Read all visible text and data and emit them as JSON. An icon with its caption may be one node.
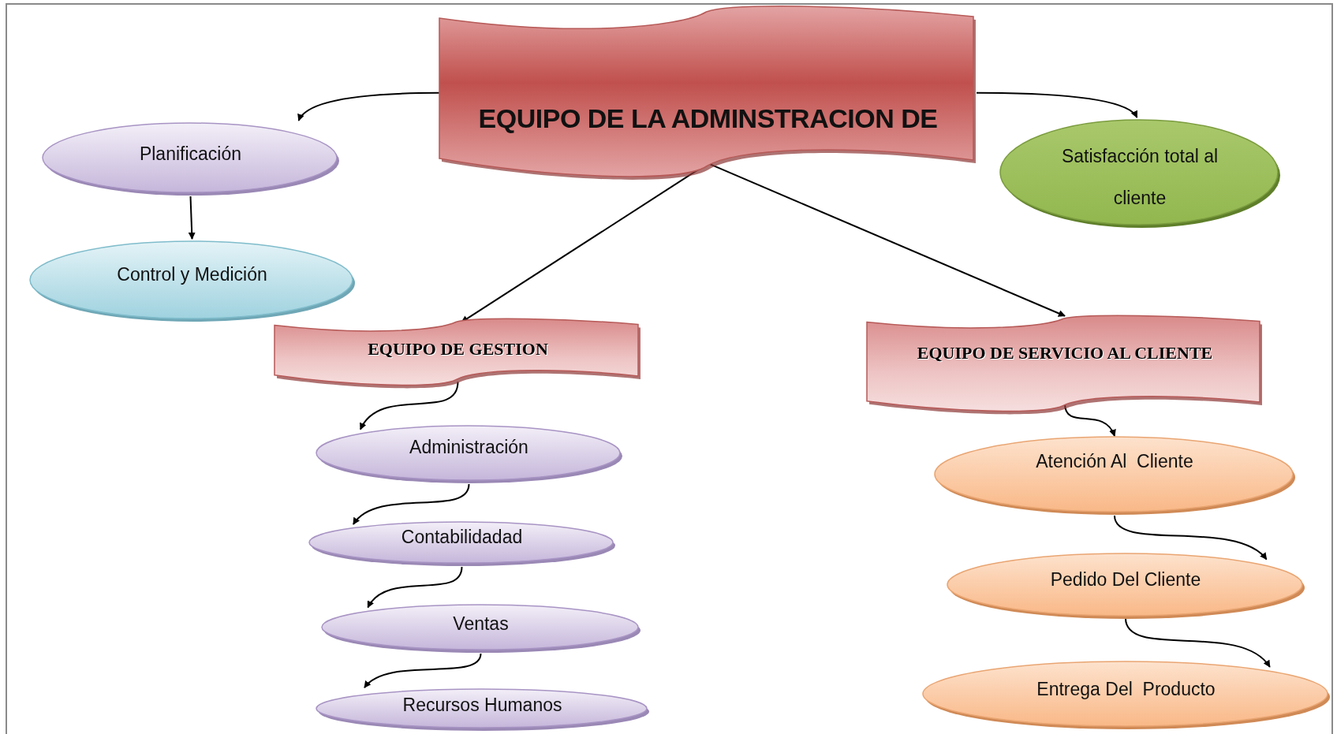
{
  "diagram": {
    "nodes": [
      {
        "text": [
          "EQUIPO DE LA ADMINSTRACION DE"
        ]
      },
      {
        "text": [
          "Planificación"
        ]
      },
      {
        "text": [
          "Control y Medición"
        ]
      },
      {
        "text": [
          "Satisfacción total al cliente"
        ]
      },
      {
        "text": [
          "EQUIPO DE GESTION"
        ]
      },
      {
        "text": [
          "EQUIPO DE SERVICIO AL CLIENTE"
        ]
      },
      {
        "text": [
          "Administración"
        ]
      },
      {
        "text": [
          "Contabilidadad"
        ]
      },
      {
        "text": [
          "Ventas"
        ]
      },
      {
        "text": [
          "Recursos Humanos"
        ]
      },
      {
        "text": [
          "Atención Al  Cliente"
        ]
      },
      {
        "text": [
          "Pedido Del Cliente"
        ]
      },
      {
        "text": [
          "Entrega Del  Producto"
        ]
      }
    ],
    "edges": [
      {
        "from": 0,
        "to": 1,
        "arrow": "to"
      },
      {
        "from": 1,
        "to": 2,
        "arrow": "to"
      },
      {
        "from": 0,
        "to": 3,
        "arrow": "to"
      },
      {
        "from": 0,
        "to": 4,
        "arrow": "to"
      },
      {
        "from": 0,
        "to": 5,
        "arrow": "to"
      },
      {
        "from": 4,
        "to": 6,
        "arrow": "to"
      },
      {
        "from": 6,
        "to": 7,
        "arrow": "to"
      },
      {
        "from": 7,
        "to": 8,
        "arrow": "to"
      },
      {
        "from": 8,
        "to": 9,
        "arrow": "to"
      },
      {
        "from": 5,
        "to": 10,
        "arrow": "to"
      },
      {
        "from": 10,
        "to": 11,
        "arrow": "to"
      },
      {
        "from": 11,
        "to": 12,
        "arrow": "to"
      }
    ]
  }
}
